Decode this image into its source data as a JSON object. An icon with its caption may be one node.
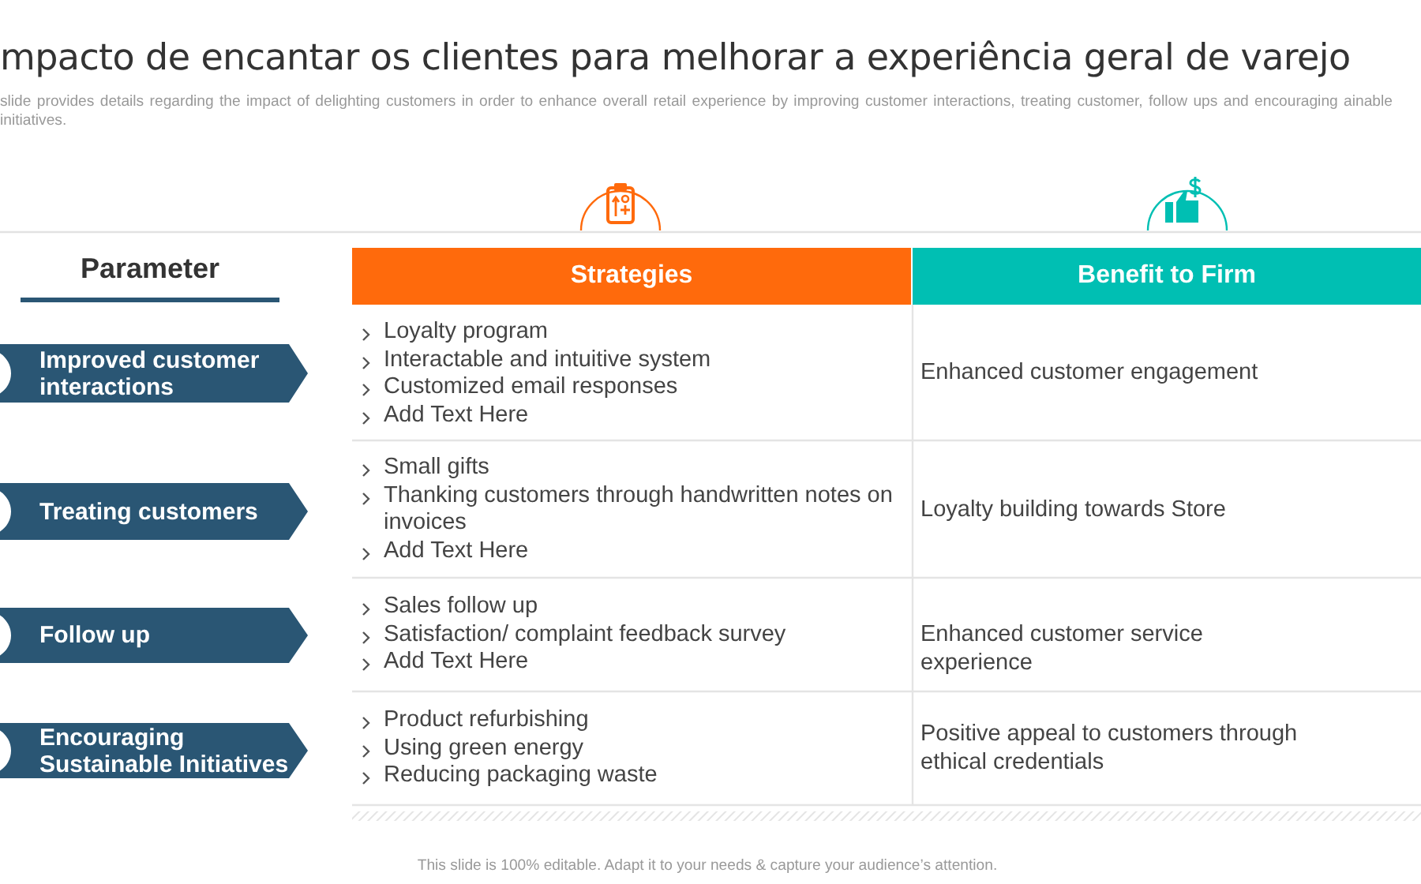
{
  "diagram": {
    "title": "mpacto de encantar os clientes para melhorar a experiência geral de varejo",
    "nodes": [
      {
        "text": [
          "Strategies"
        ]
      },
      {
        "text": [
          "Benefit to Firm"
        ]
      },
      {
        "text": [
          "Improved customer interactions"
        ]
      },
      {
        "text": [
          "Treating customers"
        ]
      },
      {
        "text": [
          "Follow up"
        ]
      },
      {
        "text": [
          "Encouraging Sustainable Initiatives"
        ]
      }
    ],
    "labels": [
      "slide provides details regarding the impact of delighting customers in order to enhance overall retail experience by improving customer interactions, treating customer, follow ups and encouraging ainable initiatives.",
      "Parameter",
      "Loyalty program",
      "Interactable and intuitive system",
      "Customized email responses",
      "Add Text Here",
      "Enhanced customer engagement",
      "Small gifts",
      "Thanking customers through handwritten notes on invoices",
      "Add Text Here",
      "Loyalty building towards Store",
      "Sales follow up",
      "Satisfaction/ complaint feedback survey",
      "Add Text Here",
      "Enhanced customer service experience",
      "Product refurbishing",
      "Using green energy",
      "Reducing packaging waste",
      "Positive appeal to customers through ethical credentials",
      "This slide is 100% editable. Adapt it to your needs & capture your audience’s attention."
    ]
  }
}
